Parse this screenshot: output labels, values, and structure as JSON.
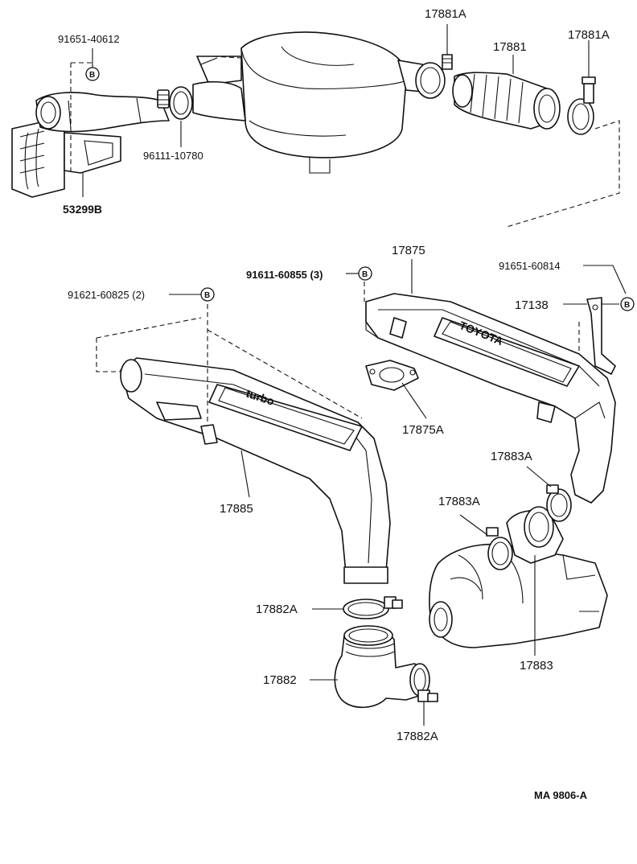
{
  "labels": {
    "p_91651_40612": "91651-40612",
    "p_17881A_top": "17881A",
    "p_17881": "17881",
    "p_17881A_right": "17881A",
    "p_96111_10780": "96111-10780",
    "p_53299B": "53299B",
    "p_91611_60855": "91611-60855 (3)",
    "p_17875": "17875",
    "p_91651_60814": "91651-60814",
    "p_17138": "17138",
    "p_91621_60825": "91621-60825 (2)",
    "p_17875A": "17875A",
    "p_17885": "17885",
    "p_17883A_upper": "17883A",
    "p_17883A_lower": "17883A",
    "p_17882A_upper": "17882A",
    "p_17882": "17882",
    "p_17882A_lower": "17882A",
    "p_17883": "17883",
    "drawing_code": "MA  9806-A"
  },
  "markers": {
    "b_symbol": "B"
  },
  "embossing": {
    "intercooler_badge": "TOYOTA",
    "pipe_badge": "turbo"
  }
}
